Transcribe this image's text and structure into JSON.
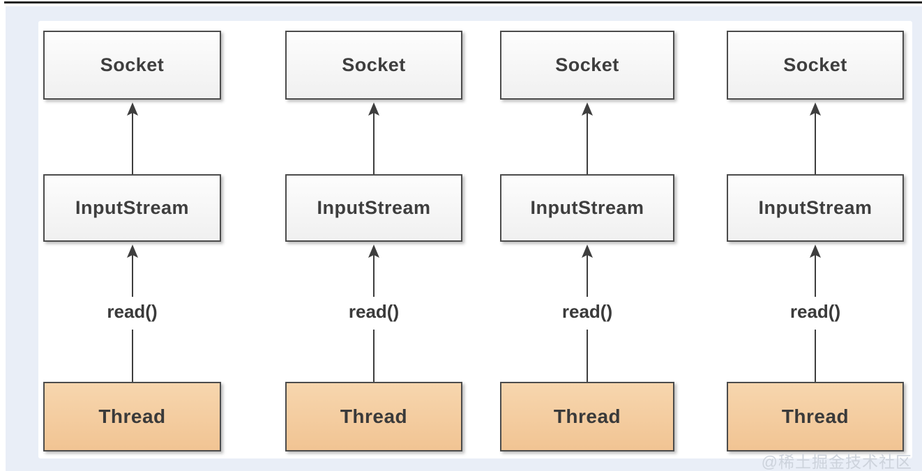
{
  "colors": {
    "page_background": "#e9eef7",
    "top_line": "#1c1c1c",
    "panel": "#ffffff",
    "box_border": "#4c4c4c",
    "box_fill_top": "#fdfdfd",
    "box_fill_bottom": "#f0f0f0",
    "thread_fill_top": "#f7d6ae",
    "thread_fill_bottom": "#f1c493",
    "arrow": "#3e3e3e",
    "label_text": "#3e3e3e",
    "watermark_text": "#ccd2db"
  },
  "diagram": {
    "columns": [
      {
        "socket_label": "Socket",
        "inputstream_label": "InputStream",
        "read_label": "read()",
        "thread_label": "Thread"
      },
      {
        "socket_label": "Socket",
        "inputstream_label": "InputStream",
        "read_label": "read()",
        "thread_label": "Thread"
      },
      {
        "socket_label": "Socket",
        "inputstream_label": "InputStream",
        "read_label": "read()",
        "thread_label": "Thread"
      },
      {
        "socket_label": "Socket",
        "inputstream_label": "InputStream",
        "read_label": "read()",
        "thread_label": "Thread"
      }
    ]
  },
  "watermark": {
    "text": "@稀土掘金技术社区"
  }
}
